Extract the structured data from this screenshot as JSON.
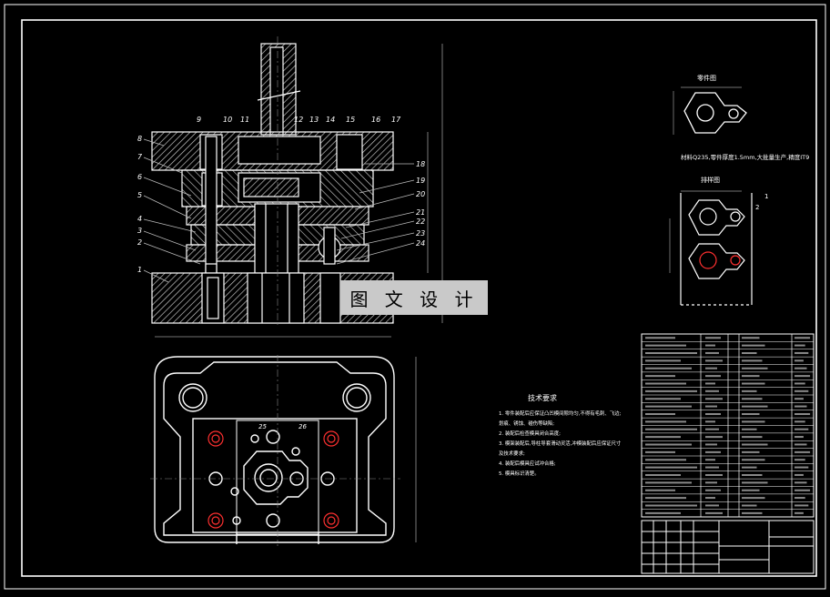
{
  "watermark": {
    "text": "图 文 设 计"
  },
  "section_view": {
    "part_labels_left": [
      "8",
      "7",
      "6",
      "5",
      "4",
      "3",
      "2",
      "1"
    ],
    "part_labels_top": [
      "9",
      "10",
      "11",
      "12",
      "13",
      "14",
      "15",
      "16",
      "17"
    ],
    "part_labels_right": [
      "18",
      "19",
      "20",
      "21",
      "22",
      "23",
      "24"
    ]
  },
  "plan_view": {
    "part_labels": [
      "25",
      "26"
    ]
  },
  "part_views": {
    "top_label": "零件图",
    "mid_label": "排样图",
    "note": "材料Q235,零件厚度1.5mm,大批量生产,精度IT9",
    "numbers": [
      "1",
      "2"
    ]
  },
  "tech_requirements": {
    "title": "技术要求",
    "items": [
      "1. 零件装配后应保证凸凹模间隙均匀,不得有毛刺、飞边;",
      "   划痕、锈蚀、碰伤等缺陷;",
      "2. 装配后检查模具闭合高度;",
      "3. 模架装配后,导柱导套滑动灵活,冲模装配后应保证尺寸",
      "   及技术要求;",
      "4. 装配后模具应试冲合格;",
      "5. 模具标识清楚。"
    ]
  },
  "colors": {
    "line": "#ffffff",
    "hatch": "#cfcfcf",
    "dim": "#9a9a9a",
    "red": "#ff3030",
    "background": "#000000",
    "watermark_bg": "#c9c9c9"
  }
}
